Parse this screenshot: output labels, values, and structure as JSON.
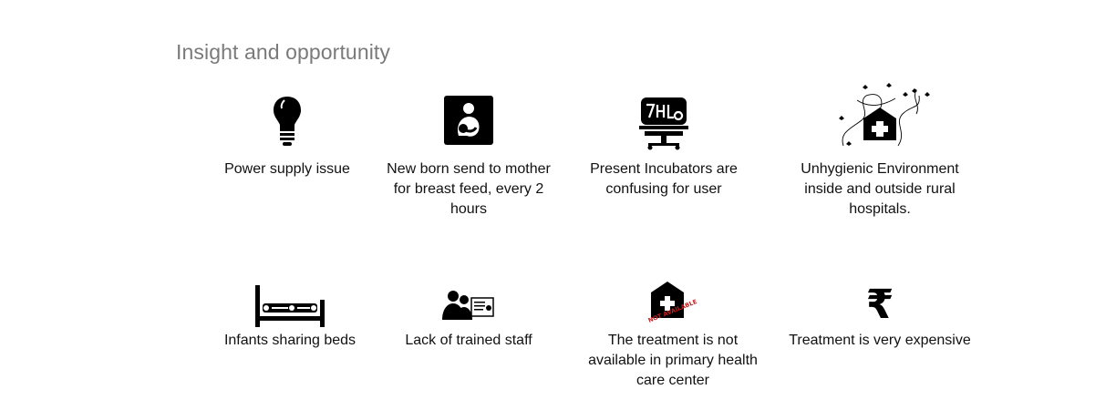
{
  "section": {
    "title": "Insight and opportunity"
  },
  "cards": [
    {
      "caption": "Power supply issue",
      "icon": "lightbulb-icon"
    },
    {
      "caption": "New born send to mother for breast feed, every 2 hours",
      "icon": "breastfeeding-icon"
    },
    {
      "caption": "Present Incubators are confusing for user",
      "icon": "incubator-icon"
    },
    {
      "caption": "Unhygienic Environment inside and outside rural hospitals.",
      "icon": "hospital-flies-icon"
    },
    {
      "caption": "Infants sharing beds",
      "icon": "bed-icon"
    },
    {
      "caption": "Lack of trained staff",
      "icon": "staff-certificate-icon"
    },
    {
      "caption": "The treatment is not available in primary health care center",
      "icon": "hospital-not-available-icon",
      "stamp": "NOT AVAILABLE"
    },
    {
      "caption": "Treatment is very expensive",
      "icon": "rupee-icon",
      "symbol": "₹"
    }
  ]
}
